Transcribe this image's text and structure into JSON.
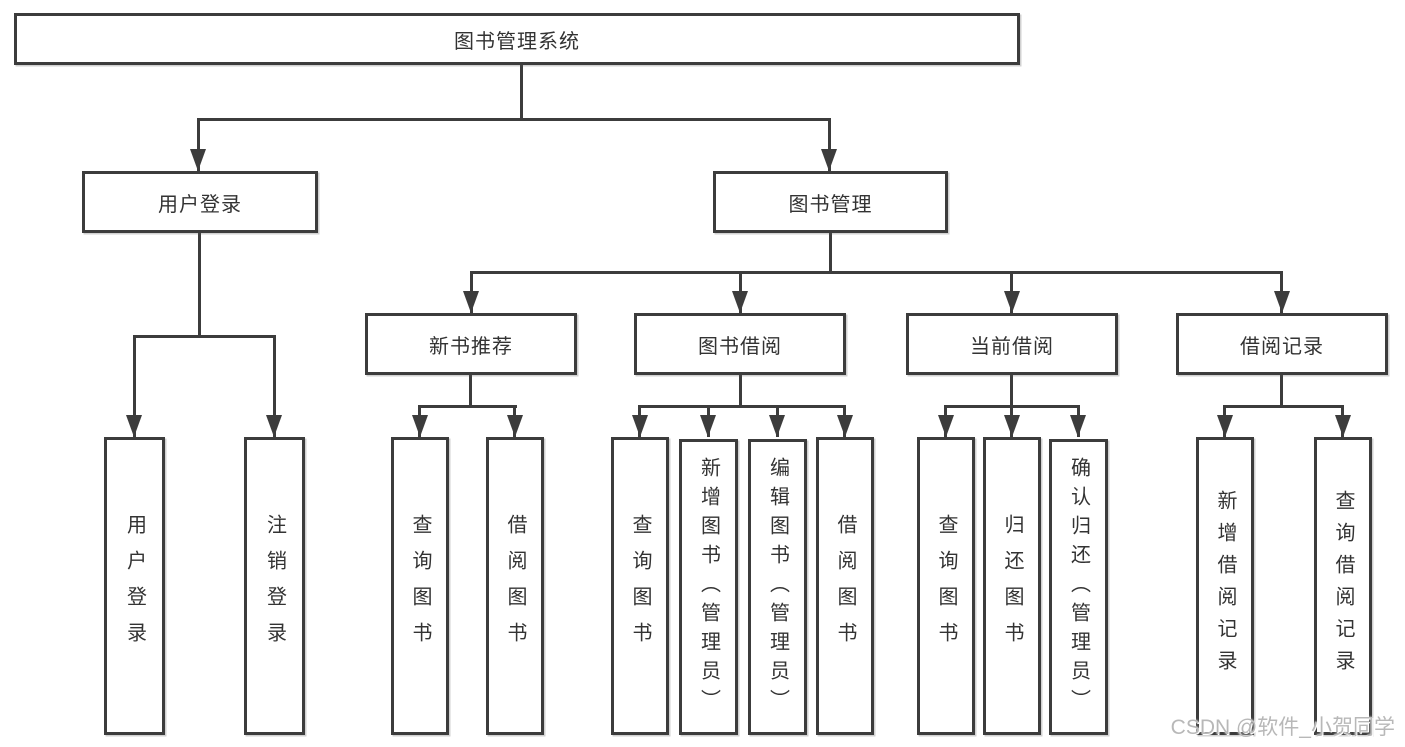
{
  "tree": {
    "root": {
      "label": "图书管理系统"
    },
    "children": [
      {
        "label": "用户登录",
        "children": [
          {
            "label": "用户登录"
          },
          {
            "label": "注销登录"
          }
        ]
      },
      {
        "label": "图书管理",
        "children": [
          {
            "label": "新书推荐",
            "children": [
              {
                "label": "查询图书"
              },
              {
                "label": "借阅图书"
              }
            ]
          },
          {
            "label": "图书借阅",
            "children": [
              {
                "label": "查询图书"
              },
              {
                "label": "新增图书（管理员）"
              },
              {
                "label": "编辑图书（管理员）"
              },
              {
                "label": "借阅图书"
              }
            ]
          },
          {
            "label": "当前借阅",
            "children": [
              {
                "label": "查询图书"
              },
              {
                "label": "归还图书"
              },
              {
                "label": "确认归还（管理员）"
              }
            ]
          },
          {
            "label": "借阅记录",
            "children": [
              {
                "label": "新增借阅记录"
              },
              {
                "label": "查询借阅记录"
              }
            ]
          }
        ]
      }
    ]
  },
  "watermark": {
    "text": "CSDN @软件_小贺同学"
  },
  "colors": {
    "line": "#3c3c3c",
    "text": "#333333",
    "background": "#ffffff",
    "watermark": "#b8b8b8"
  }
}
